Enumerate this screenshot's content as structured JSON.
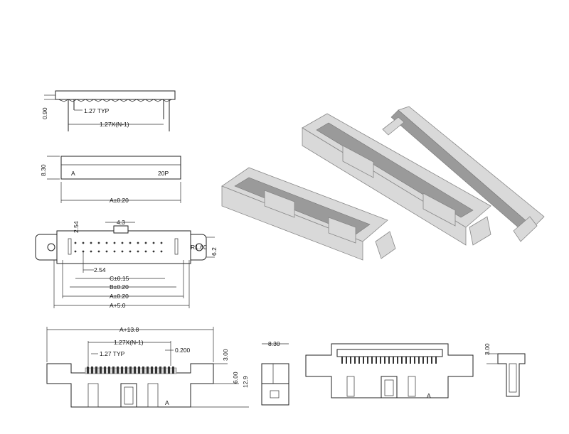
{
  "drawing": {
    "side_view": {
      "thickness_label": "0.90",
      "pitch_label": "1.27 TYP",
      "length_label": "1.27X(N-1)"
    },
    "top_view": {
      "height_label": "8.30",
      "pin1_label": "A",
      "pin_count_label": "20P",
      "length_label": "A±0.20"
    },
    "plan_view": {
      "row_pitch_label": "2.54",
      "key_label": "4.3",
      "radius_label": "R1.60",
      "height_label": "6.2",
      "pitch_label": "2.54",
      "dim_c_label": "C±0.15",
      "dim_b_label": "B±0.20",
      "dim_a_label": "A±0.20",
      "dim_a5_label": "A+5.0"
    },
    "front_view": {
      "overall_label": "A+13.8",
      "pitch_n_label": "1.27X(N-1)",
      "pitch_label": "1.27 TYP",
      "tolerance_label": "0.200",
      "dim_300_label": "3.00",
      "dim_600_label": "6.00",
      "dim_129_label": "12.9",
      "pin1_mark": "A"
    },
    "end_view": {
      "width_label": "8.30"
    },
    "small_front_view": {
      "pin1_mark": "A"
    },
    "side_detail": {
      "dim_label": "3.00"
    }
  },
  "colors": {
    "line": "#222222",
    "connector_body": "#d9d9d9",
    "background": "#ffffff"
  }
}
